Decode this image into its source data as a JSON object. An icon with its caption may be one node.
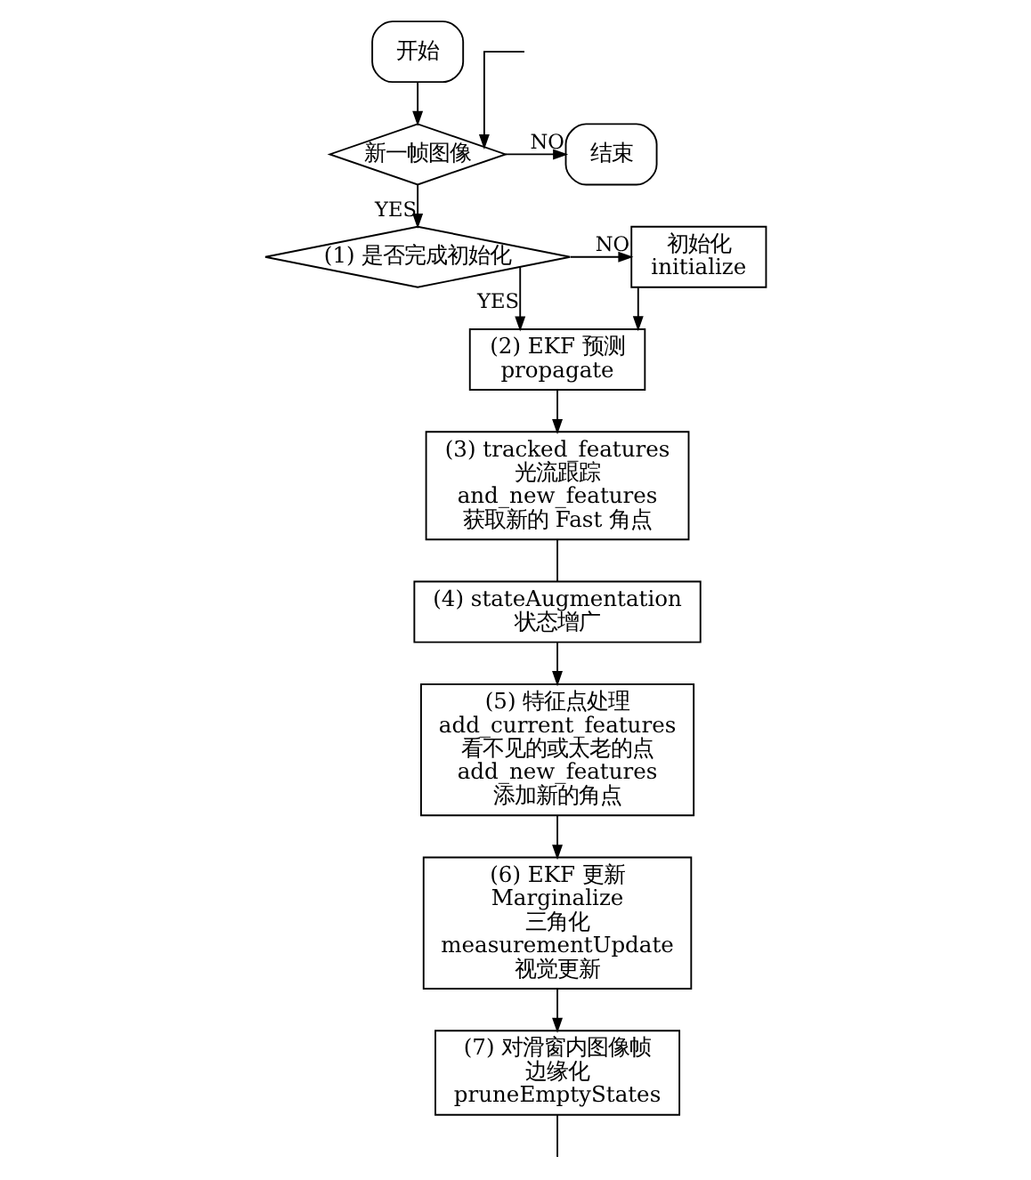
{
  "diagram": {
    "nodes": [
      {
        "text": [
          "开始"
        ]
      },
      {
        "text": [
          "新一帧图像"
        ]
      },
      {
        "text": [
          "结束"
        ]
      },
      {
        "text": [
          "(1) 是否完成初始化"
        ]
      },
      {
        "text": [
          "初始化",
          "initialize"
        ]
      },
      {
        "text": [
          "(2) EKF 预测",
          "propagate"
        ]
      },
      {
        "text": [
          "(3) tracked_features",
          "光流跟踪",
          "and_new_features",
          "获取新的 Fast 角点"
        ]
      },
      {
        "text": [
          "(4) stateAugmentation",
          "状态增广"
        ]
      },
      {
        "text": [
          "(5) 特征点处理",
          "add_current_features",
          "看不见的或太老的点",
          "add_new_features",
          "添加新的角点"
        ]
      },
      {
        "text": [
          "(6) EKF 更新",
          "Marginalize",
          "三角化",
          "measurementUpdate",
          "视觉更新"
        ]
      },
      {
        "text": [
          "(7) 对滑窗内图像帧",
          "边缘化",
          "pruneEmptyStates"
        ]
      }
    ],
    "edges": [
      {
        "from": 0,
        "to": 1,
        "arrow": "to"
      },
      {
        "from": 1,
        "to": 2,
        "arrow": "to",
        "label": "NO"
      },
      {
        "from": 1,
        "to": 3,
        "arrow": "to",
        "label": "YES"
      },
      {
        "from": 3,
        "to": 4,
        "arrow": "to",
        "label": "NO"
      },
      {
        "from": 4,
        "to": 5,
        "arrow": "to"
      },
      {
        "from": 3,
        "to": 5,
        "arrow": "to",
        "label": "YES"
      },
      {
        "from": 5,
        "to": 6,
        "arrow": "to"
      },
      {
        "from": 6,
        "to": 7,
        "arrow": "none"
      },
      {
        "from": 7,
        "to": 8,
        "arrow": "to"
      },
      {
        "from": 8,
        "to": 9,
        "arrow": "to"
      },
      {
        "from": 9,
        "to": 10,
        "arrow": "to"
      },
      {
        "from": 10,
        "to": null,
        "arrow": "none"
      },
      {
        "from": null,
        "to": 1,
        "arrow": "to"
      }
    ]
  }
}
